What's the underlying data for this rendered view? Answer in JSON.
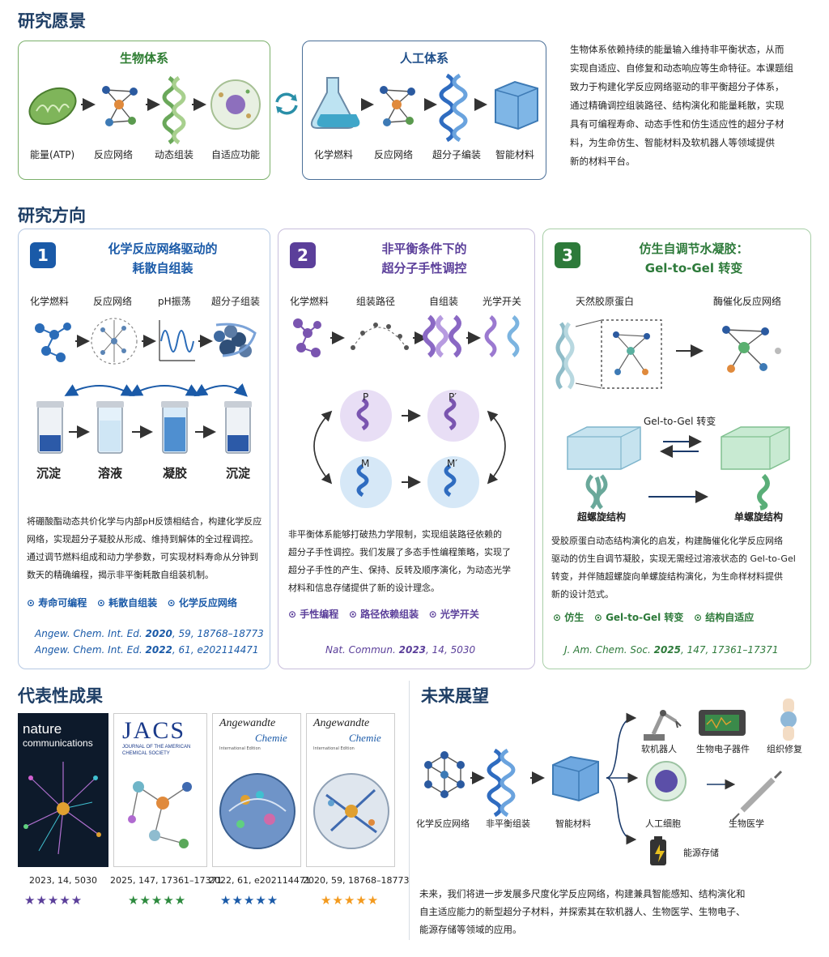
{
  "sections": {
    "vision": "研究愿景",
    "directions": "研究方向",
    "results": "代表性成果",
    "outlook": "未来展望"
  },
  "bio": {
    "title": "生物体系",
    "items": [
      "能量(ATP)",
      "反应网络",
      "动态组装",
      "自适应功能"
    ]
  },
  "art": {
    "title": "人工体系",
    "items": [
      "化学燃料",
      "反应网络",
      "超分子编装",
      "智能材料"
    ]
  },
  "vision_text": [
    "生物体系依赖持续的能量输入维持非平衡状态，从而",
    "实现自适应、自修复和动态响应等生命特征。本课题组",
    "致力于构建化学反应网络驱动的非平衡超分子体系，",
    "通过精确调控组装路径、结构演化和能量耗散，实现",
    "具有可编程寿命、动态手性和仿生适应性的超分子材",
    "料，为生命仿生、智能材料及软机器人等领域提供",
    "新的材料平台。"
  ],
  "card1": {
    "num": "1",
    "title1": "化学反应网络驱动的",
    "title2": "耗散自组装",
    "steps": [
      "化学燃料",
      "反应网络",
      "pH振荡",
      "超分子组装"
    ],
    "states": [
      "沉淀",
      "溶液",
      "凝胶",
      "沉淀"
    ],
    "text": [
      "将硼酸酯动态共价化学与内部pH反馈相结合，构建化学反应",
      "网络，实现超分子凝胶从形成、维持到解体的全过程调控。",
      "通过调节燃料组成和动力学参数，可实现材料寿命从分钟到",
      "数天的精确编程，揭示非平衡耗散自组装机制。"
    ],
    "tags": [
      "寿命可编程",
      "耗散自组装",
      "化学反应网络"
    ],
    "refs": [
      {
        "j": "Angew. Chem. Int. Ed.",
        "y": "2020",
        "v": "59",
        "p": "18768–18773"
      },
      {
        "j": "Angew. Chem. Int. Ed.",
        "y": "2022",
        "v": "61",
        "p": "e202114471"
      }
    ],
    "color": "#1a5aa8"
  },
  "card2": {
    "num": "2",
    "title1": "非平衡条件下的",
    "title2": "超分子手性调控",
    "steps": [
      "化学燃料",
      "组装路径",
      "自组装",
      "光学开关"
    ],
    "states": [
      "P",
      "P′",
      "M",
      "M′"
    ],
    "text": [
      "非平衡体系能够打破热力学限制，实现组装路径依赖的",
      "超分子手性调控。我们发展了多态手性编程策略，实现了",
      "超分子手性的产生、保持、反转及顺序演化，为动态光学",
      "材料和信息存储提供了新的设计理念。"
    ],
    "tags": [
      "手性编程",
      "路径依赖组装",
      "光学开关"
    ],
    "refs": [
      {
        "j": "Nat. Commun.",
        "y": "2023",
        "v": "14",
        "p": "5030"
      }
    ],
    "color": "#5b3f9a"
  },
  "card3": {
    "num": "3",
    "title1": "仿生自调节水凝胶：",
    "title2": "Gel-to-Gel 转变",
    "steps": [
      "天然胶原蛋白",
      "酶催化反应网络"
    ],
    "middle": "Gel-to-Gel 转变",
    "states": [
      "超螺旋结构",
      "单螺旋结构"
    ],
    "text": [
      "受胶原蛋白动态结构演化的启发，构建酶催化化学反应网络",
      "驱动的仿生自调节凝胶，实现无需经过溶液状态的 Gel-to-Gel",
      "转变，并伴随超螺旋向单螺旋结构演化，为生命样材料提供",
      "新的设计范式。"
    ],
    "tags": [
      "仿生",
      "Gel-to-Gel 转变",
      "结构自适应"
    ],
    "refs": [
      {
        "j": "J. Am. Chem. Soc.",
        "y": "2025",
        "v": "147",
        "p": "17361–17371"
      }
    ],
    "color": "#2d7a3a"
  },
  "covers": [
    {
      "name": "nature",
      "name2": "communications",
      "cite": "2023, 14, 5030",
      "stars": "★★★★★",
      "color": "#5b3f9a"
    },
    {
      "name": "JACS",
      "name2": "JOURNAL OF THE AMERICAN",
      "name3": "CHEMICAL SOCIETY",
      "cite": "2025, 147, 17361–17371",
      "stars": "★★★★★",
      "color": "#2d8a3e"
    },
    {
      "name": "Angewandte",
      "name2": "Chemie",
      "name3": "International Edition",
      "cite": "2022, 61, e202114471",
      "stars": "★★★★★",
      "color": "#1a5aa8"
    },
    {
      "name": "Angewandte",
      "name2": "Chemie",
      "name3": "International Edition",
      "cite": "2020, 59, 18768–18773",
      "stars": "★★★★★",
      "color": "#f39a1e"
    }
  ],
  "outlook": {
    "chain": [
      "化学反应网络",
      "非平衡组装",
      "智能材料"
    ],
    "apps": [
      "软机器人",
      "生物电子器件",
      "组织修复",
      "人工细胞",
      "生物医学",
      "能源存储"
    ],
    "text": [
      "未来，我们将进一步发展多尺度化学反应网络，构建兼具智能感知、结构演化和",
      "自主适应能力的新型超分子材料，并探索其在软机器人、生物医学、生物电子、",
      "能源存储等领域的应用。"
    ]
  }
}
